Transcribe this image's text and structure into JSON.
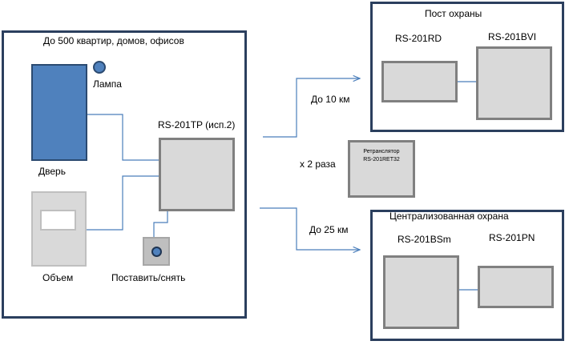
{
  "site": {
    "title": "До 500 квартир, домов, офисов",
    "lamp_label": "Лампа",
    "door_label": "Дверь",
    "volume_label": "Объем",
    "arm_label": "Поставить/снять",
    "transmitter_label": "RS-201TP (исп.2)"
  },
  "links": {
    "guard_distance": "До 10 км",
    "central_distance": "До 25 км",
    "repeater_count": "x 2 раза"
  },
  "repeater": {
    "line1": "Ретранслятор",
    "line2": "RS-201RET32"
  },
  "guard_post": {
    "title": "Пост охраны",
    "rd_label": "RS-201RD",
    "bvi_label": "RS-201BVI"
  },
  "central": {
    "title": "Централизованная охрана",
    "bsm_label": "RS-201BSm",
    "pn_label": "RS-201PN"
  },
  "colors": {
    "line": "#4a7ebb",
    "frame": "#2b3f5e",
    "door": "#4f81bd"
  }
}
